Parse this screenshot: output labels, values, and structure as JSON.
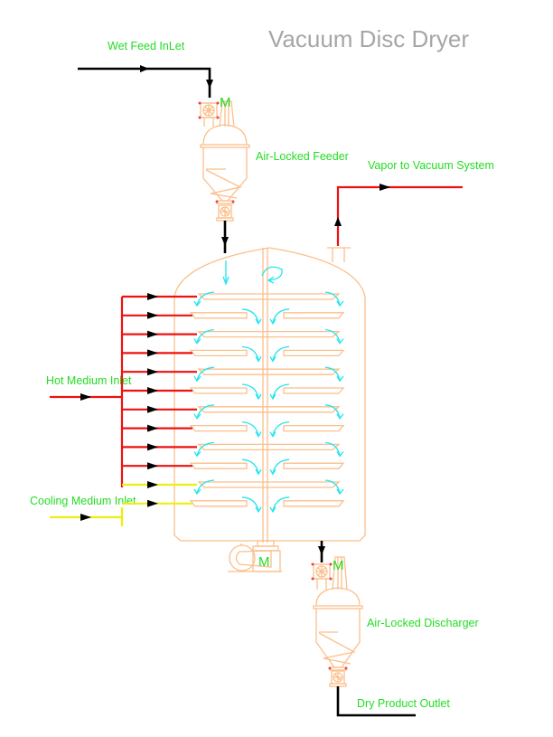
{
  "title": "Vacuum Disc Dryer",
  "labels": {
    "wet_feed_inlet": "Wet Feed InLet",
    "air_locked_feeder": "Air-Locked Feeder",
    "vapor_outlet": "Vapor to Vacuum System",
    "hot_medium_inlet": "Hot Medium Inlet",
    "cooling_medium_inlet": "Cooling Medium Inlet",
    "air_locked_discharger": "Air-Locked Discharger",
    "dry_product_outlet": "Dry Product Outlet",
    "motor": "M"
  },
  "streams": {
    "hot_medium_branches": 10,
    "cooling_medium_branches": 2,
    "disc_levels": 12
  },
  "colors": {
    "equipment": "#fbbf8b",
    "hot_medium": "#ee1111",
    "cooling_medium": "#eeee11",
    "process_line": "#000000",
    "material_flow": "#22e5ee",
    "label_text": "#22dd22",
    "title_text": "#a6a6a6"
  }
}
